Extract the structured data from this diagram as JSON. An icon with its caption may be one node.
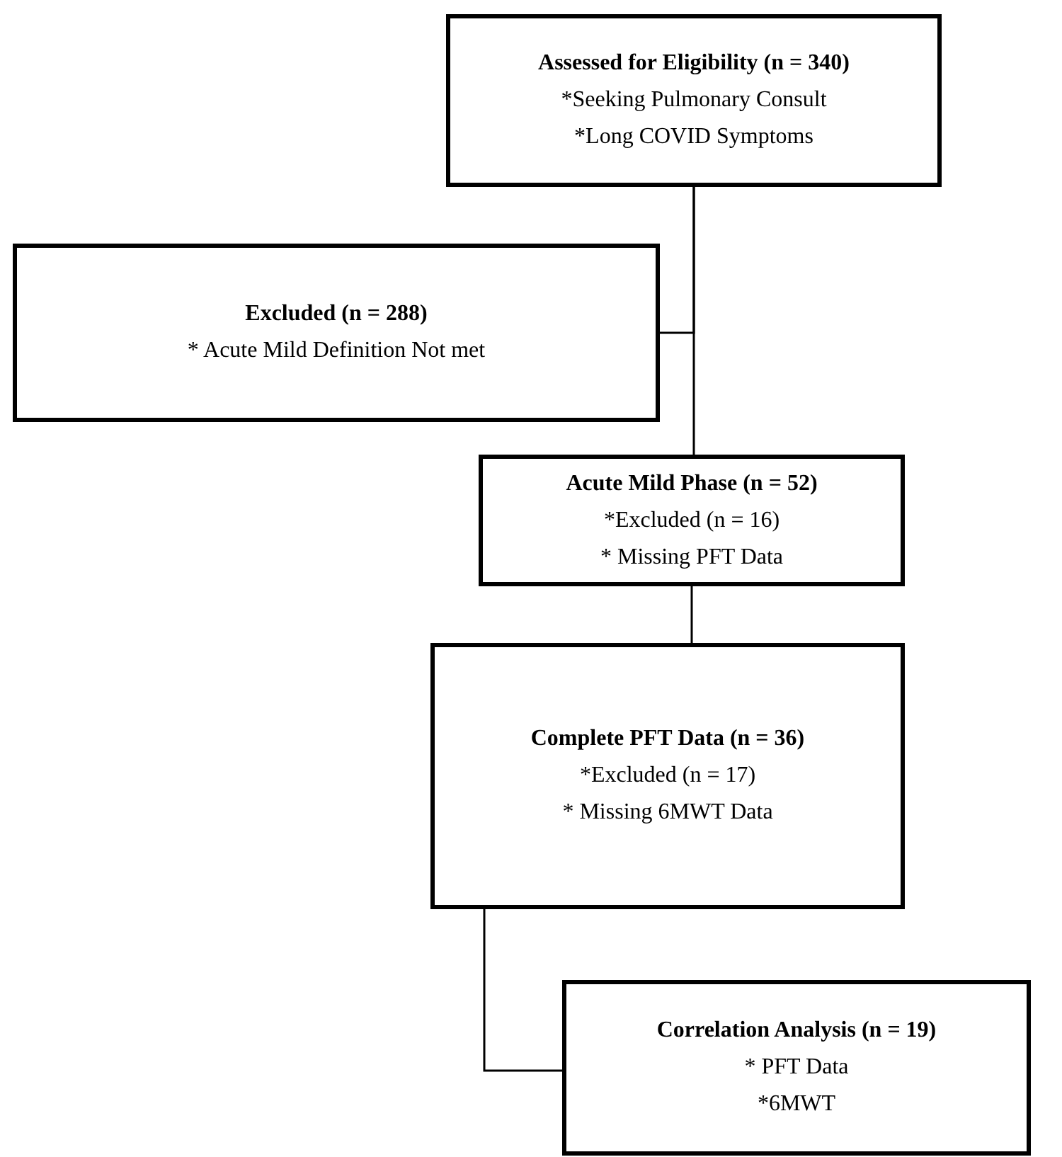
{
  "diagram": {
    "nodes": [
      {
        "text": [
          "Assessed for Eligibility (n = 340)",
          "*Seeking Pulmonary Consult",
          "*Long COVID Symptoms"
        ]
      },
      {
        "text": [
          "Excluded (n = 288)",
          "* Acute Mild Definition Not met"
        ]
      },
      {
        "text": [
          "Acute Mild Phase (n = 52)",
          "*Excluded (n = 16)",
          "* Missing PFT Data"
        ]
      },
      {
        "text": [
          "Complete PFT Data (n = 36)",
          "*Excluded (n = 17)",
          "* Missing 6MWT Data"
        ]
      },
      {
        "text": [
          "Correlation Analysis (n = 19)",
          "* PFT Data",
          "*6MWT"
        ]
      }
    ],
    "edges": [
      {
        "from": 0,
        "to": 1,
        "arrow": "none"
      },
      {
        "from": 0,
        "to": 2,
        "arrow": "none"
      },
      {
        "from": 2,
        "to": 3,
        "arrow": "none"
      },
      {
        "from": 3,
        "to": 4,
        "arrow": "none"
      }
    ]
  }
}
